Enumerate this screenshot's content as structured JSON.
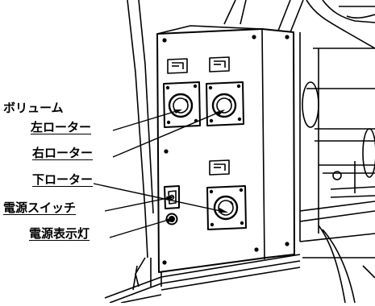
{
  "callouts": {
    "volume_heading": "ボリューム",
    "left_rotor": "左ローター",
    "right_rotor": "右ローター",
    "lower_rotor": "下ローター",
    "power_switch": "電源スイッチ",
    "power_lamp": "電源表示灯"
  },
  "colors": {
    "line": "#000000",
    "background": "#ffffff"
  }
}
